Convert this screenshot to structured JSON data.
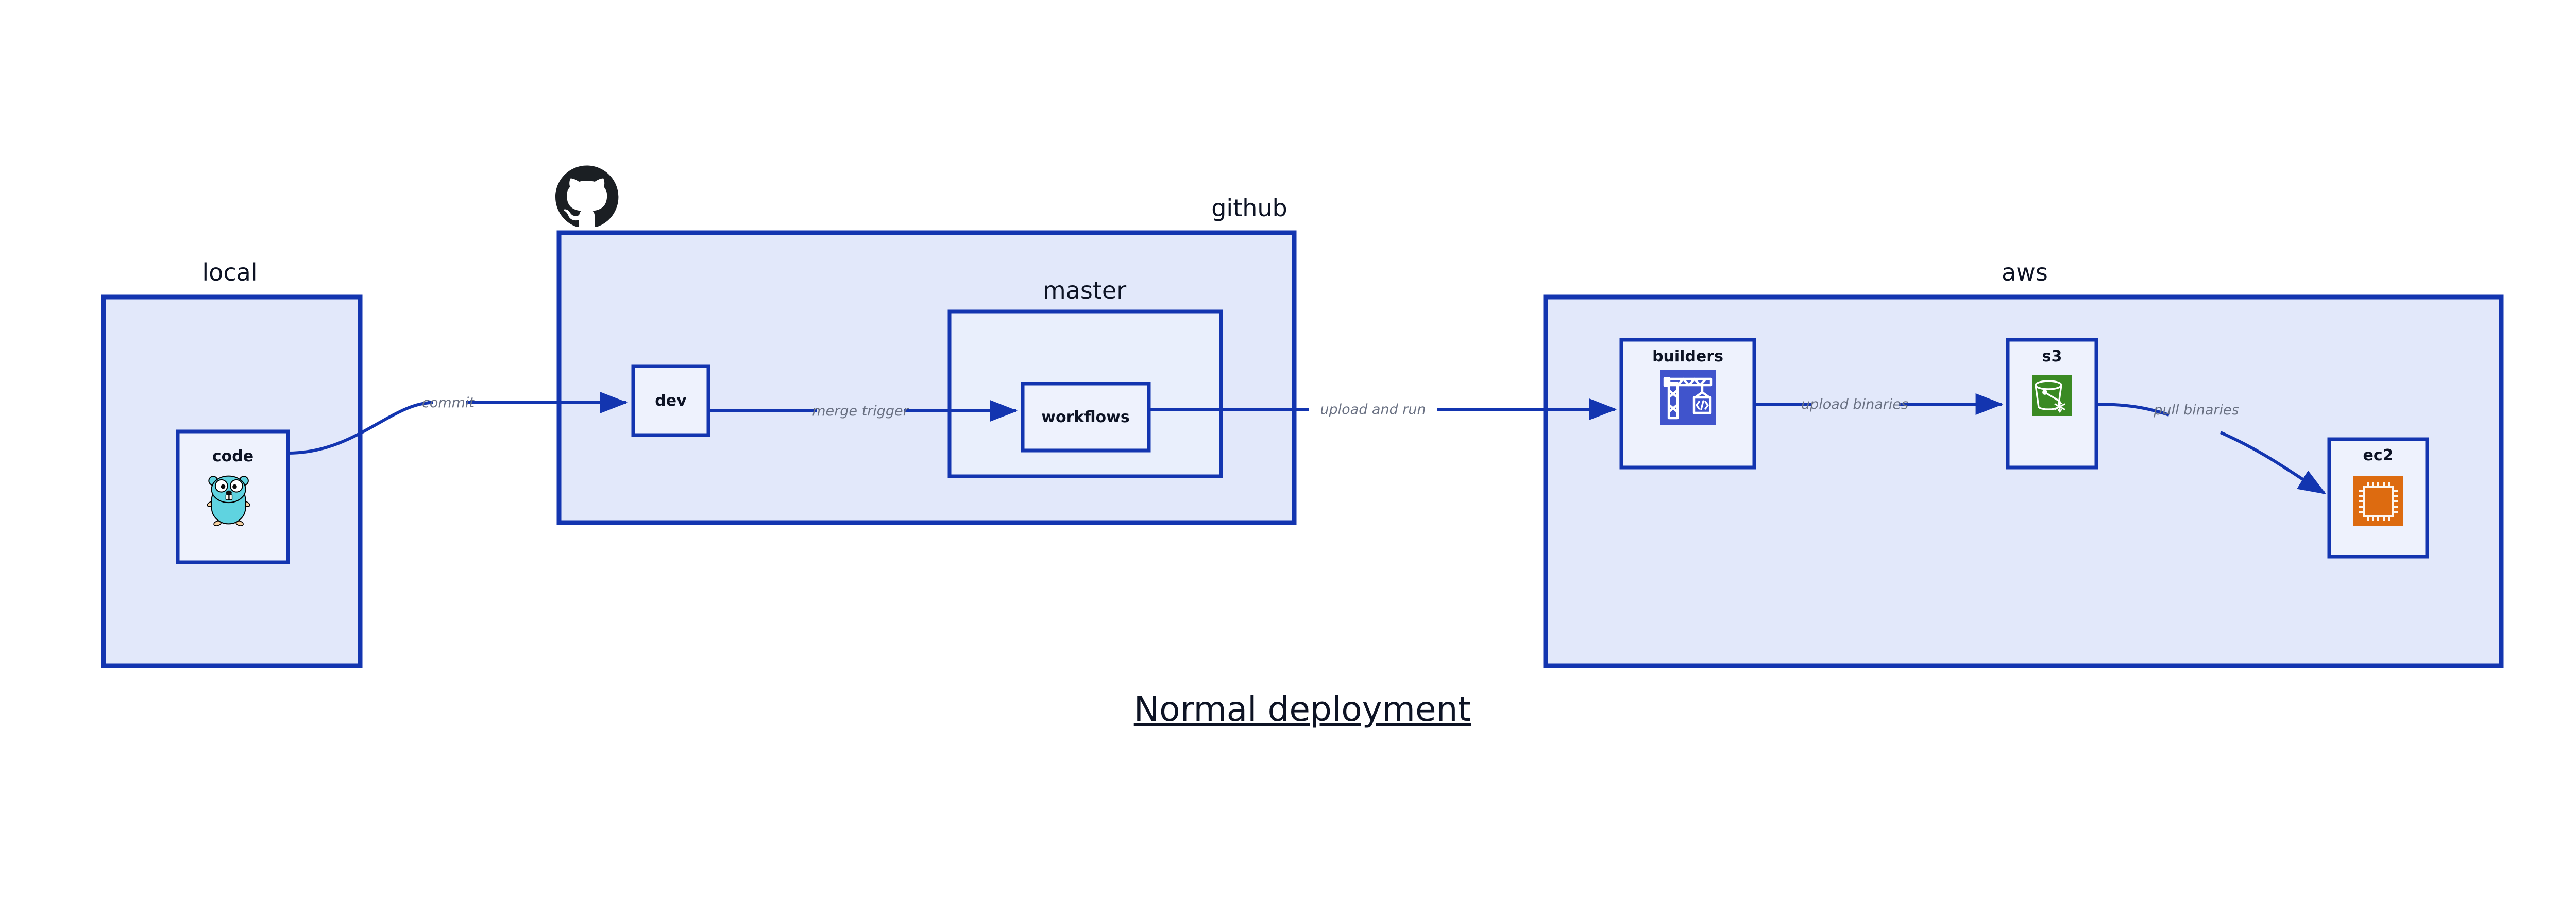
{
  "diagram": {
    "title": "Normal deployment",
    "background_color": "#ffffff",
    "accent_color": "#1335b0",
    "group_fill": "#e2e8fa",
    "node_fill": "#eef2fd",
    "label_color": "#0d1324",
    "edge_label_color": "#6a7183",
    "groups": [
      {
        "id": "local",
        "label": "local",
        "nodes": [
          {
            "id": "code",
            "label": "code",
            "icon": "go-gopher-icon"
          }
        ]
      },
      {
        "id": "github",
        "label": "github",
        "logo": "github-octocat-icon",
        "nodes": [
          {
            "id": "dev",
            "label": "dev",
            "icon": "none"
          }
        ],
        "subgroups": [
          {
            "id": "master",
            "label": "master",
            "nodes": [
              {
                "id": "workflows",
                "label": "workflows",
                "icon": "none"
              }
            ]
          }
        ]
      },
      {
        "id": "aws",
        "label": "aws",
        "nodes": [
          {
            "id": "builders",
            "label": "builders",
            "icon": "aws-builders-crane-icon",
            "icon_color": "#4054cc"
          },
          {
            "id": "s3",
            "label": "s3",
            "icon": "aws-s3-bucket-icon",
            "icon_color": "#3a8a23"
          },
          {
            "id": "ec2",
            "label": "ec2",
            "icon": "aws-ec2-chip-icon",
            "icon_color": "#dd6b10"
          }
        ]
      }
    ],
    "edges": [
      {
        "id": "code-to-dev",
        "from": "code",
        "to": "dev",
        "label": "commit"
      },
      {
        "id": "dev-to-workflows",
        "from": "dev",
        "to": "workflows",
        "label": "merge trigger"
      },
      {
        "id": "workflows-to-builders",
        "from": "workflows",
        "to": "builders",
        "label": "upload and run"
      },
      {
        "id": "builders-to-s3",
        "from": "builders",
        "to": "s3",
        "label": "upload binaries"
      },
      {
        "id": "s3-to-ec2",
        "from": "s3",
        "to": "ec2",
        "label": "pull binaries"
      }
    ]
  }
}
